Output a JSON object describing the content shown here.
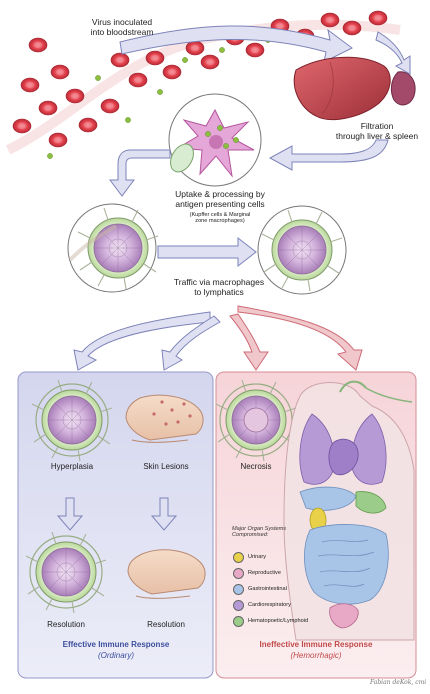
{
  "labels": {
    "virus_inoculated": [
      "Virus inoculated",
      "into bloodstream"
    ],
    "filtration": [
      "Filtration",
      "through liver & spleen"
    ],
    "uptake": [
      "Uptake & processing by",
      "antigen presenting cells"
    ],
    "uptake_sub": [
      "(Kupffer cells & Marginal",
      "zone macrophages)"
    ],
    "traffic": [
      "Traffic via macrophages",
      "to lymphatics"
    ],
    "hyperplasia": "Hyperplasia",
    "skin_lesions": "Skin Lesions",
    "necrosis": "Necrosis",
    "resolution_left": "Resolution",
    "resolution_right": "Resolution",
    "effective_title": "Effective Immune Response",
    "effective_sub": "(Ordinary)",
    "ineffective_title": "Ineffective Immune Response",
    "ineffective_sub": "(Hemorrhagic)",
    "signature": "Fabian deKok, cmi"
  },
  "organ_legend": {
    "title": [
      "Major Organ Systems",
      "Compromised:"
    ],
    "items": [
      {
        "label": "Urinary",
        "color": "#e9d24a"
      },
      {
        "label": "Reproductive",
        "color": "#e7a9c6"
      },
      {
        "label": "Gastrointestinal",
        "color": "#a8c4e6"
      },
      {
        "label": "Cardiorespiratory",
        "color": "#b59ad6"
      },
      {
        "label": "Hematopoetic/Lymphoid",
        "color": "#9ccc8a"
      }
    ]
  },
  "colors": {
    "arrow_blue_fill": "#dfe1f3",
    "arrow_blue_stroke": "#7e83b8",
    "arrow_red_fill": "#f0c8cc",
    "arrow_red_stroke": "#cf6a76",
    "effective_panel": "#dcdcef",
    "ineffective_panel": "#f7dfe2",
    "effective_title": "#3d4f9e",
    "ineffective_title": "#c24a4a",
    "rbc": "#e4424d",
    "liver": "#c9474f",
    "virus": "#8cbf3f"
  }
}
